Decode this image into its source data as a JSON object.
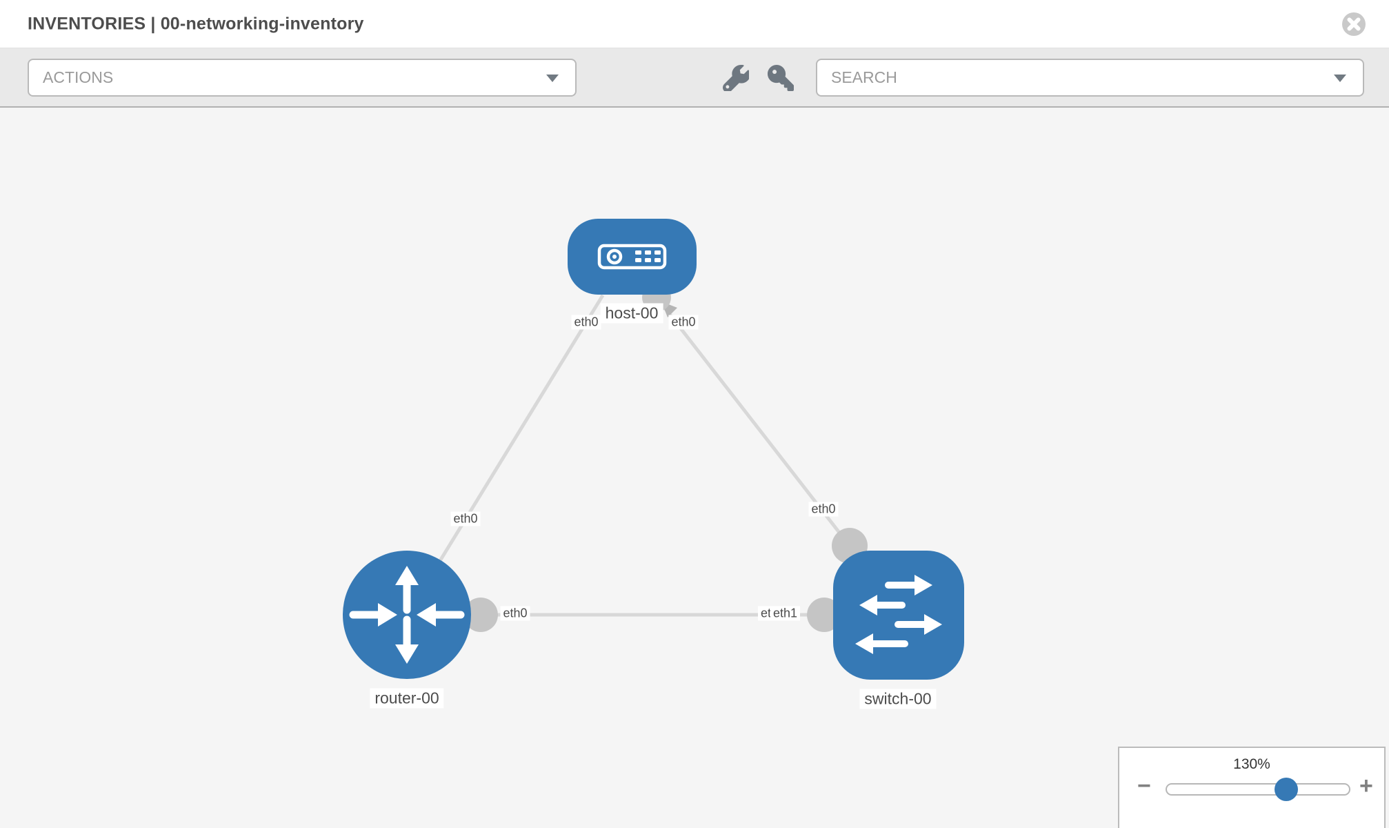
{
  "header": {
    "title": "INVENTORIES | 00-networking-inventory"
  },
  "toolbar": {
    "actions_label": "ACTIONS",
    "search_label": "SEARCH",
    "icons": [
      "wrench-icon",
      "key-icon"
    ]
  },
  "topology": {
    "nodes": [
      {
        "id": "host-00",
        "type": "host",
        "shape": "rounded-rect",
        "label": "host-00"
      },
      {
        "id": "router-00",
        "type": "router",
        "shape": "circle",
        "label": "router-00"
      },
      {
        "id": "switch-00",
        "type": "switch",
        "shape": "rounded-square",
        "label": "switch-00"
      }
    ],
    "links": [
      {
        "from": "host-00",
        "to": "router-00",
        "from_interface": "eth0",
        "to_interface": "eth0"
      },
      {
        "from": "host-00",
        "to": "switch-00",
        "from_interface": "eth0",
        "to_interface": "eth0"
      },
      {
        "from": "router-00",
        "to": "switch-00",
        "from_interface": "eth0",
        "to_interface": "eth1",
        "obscured_interface_label": "eth0"
      }
    ]
  },
  "zoom_control": {
    "value_label": "130%",
    "minus_label": "−",
    "plus_label": "+"
  },
  "colors": {
    "node_blue": "#3679b5",
    "link_gray": "#d8d8d8",
    "connector_gray": "#c5c5c5",
    "toolbar_bg": "#e9e9e9",
    "canvas_bg": "#f5f5f5"
  }
}
